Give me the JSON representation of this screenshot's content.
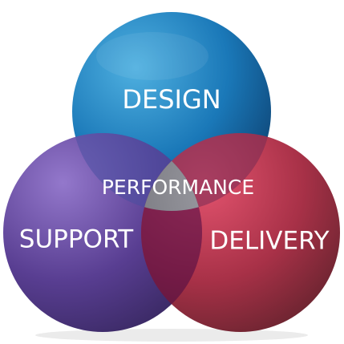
{
  "diagram": {
    "type": "venn",
    "circles": [
      {
        "id": "design",
        "label": "DESIGN",
        "color": "#1a6fa8"
      },
      {
        "id": "support",
        "label": "SUPPORT",
        "color": "#4a2a82"
      },
      {
        "id": "delivery",
        "label": "DELIVERY",
        "color": "#9e1a33"
      }
    ],
    "center_label": "PERFORMANCE",
    "center_color": "#7f7f86"
  }
}
